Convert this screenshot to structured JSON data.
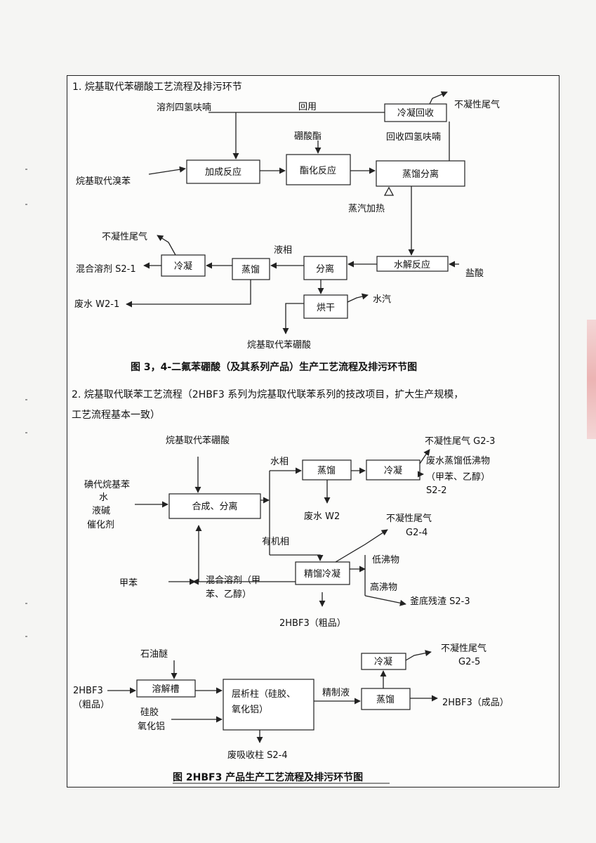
{
  "section1": {
    "title": "1. 烷基取代苯硼酸工艺流程及排污环节",
    "labels": {
      "solvent_thf": "溶剂四氢呋喃",
      "reuse": "回用",
      "noncond_gas_top": "不凝性尾气",
      "borate_ester": "硼酸酯",
      "recovered_thf": "回收四氢呋喃",
      "alkyl_bromobenzene": "烷基取代溴苯",
      "steam_heating": "蒸汽加热",
      "noncond_gas_left": "不凝性尾气",
      "liquid_phase": "液相",
      "mixed_solvent": "混合溶剂 S2-1",
      "hydrochloric_acid": "盐酸",
      "wastewater": "废水 W2-1",
      "water_vapor": "水汽",
      "product": "烷基取代苯硼酸"
    },
    "boxes": {
      "condense_recover": "冷凝回收",
      "addition_reaction": "加成反应",
      "esterification": "酯化反应",
      "distill_separate": "蒸馏分离",
      "hydrolysis": "水解反应",
      "separation": "分离",
      "distillation": "蒸馏",
      "condensation": "冷凝",
      "drying": "烘干"
    },
    "caption": "图 3，4-二氟苯硼酸（及其系列产品）生产工艺流程及排污环节图"
  },
  "section2": {
    "title_line1": "2. 烷基取代联苯工艺流程（2HBF3 系列为烷基取代联苯系列的技改项目，扩大生产规模，",
    "title_line2": "工艺流程基本一致）",
    "labels": {
      "alkyl_phenylboronic": "烷基取代苯硼酸",
      "noncond_g23": "不凝性尾气 G2-3",
      "water_phase": "水相",
      "waste_low_boil_1": "废水蒸馏低沸物",
      "waste_low_boil_2": "（甲苯、乙醇）",
      "s22": "S2-2",
      "feed_1": "碘代烷基苯",
      "feed_2": "水",
      "feed_3": "液碱",
      "feed_4": "催化剂",
      "wastewater_w2": "废水 W2",
      "noncond_g24_1": "不凝性尾气",
      "noncond_g24_2": "G2-4",
      "organic_phase": "有机相",
      "low_boilers": "低沸物",
      "toluene": "甲苯",
      "mixed_solvent_1": "混合溶剂（甲",
      "mixed_solvent_2": "苯、乙醇）",
      "high_boilers": "高沸物",
      "still_residue": "釜底残渣 S2-3",
      "crude_product": "2HBF3（粗品）",
      "petroleum_ether": "石油醚",
      "noncond_g25_1": "不凝性尾气",
      "noncond_g25_2": "G2-5",
      "crude_in_1": "2HBF3",
      "crude_in_2": "（粗品）",
      "silica_gel": "硅胶",
      "alumina": "氧化铝",
      "refined_liquid": "精制液",
      "final_product": "2HBF3（成品）",
      "spent_column": "废吸收柱 S2-4"
    },
    "boxes": {
      "synthesis_separation": "合成、分离",
      "distillation": "蒸馏",
      "condensation": "冷凝",
      "rectify_condense": "精馏冷凝",
      "dissolving_tank": "溶解槽",
      "column_1": "层析柱（硅胶、",
      "column_2": "氧化铝）",
      "distillation2": "蒸馏",
      "condensation2": "冷凝"
    },
    "caption": "图  2HBF3 产品生产工艺流程及排污环节图"
  }
}
